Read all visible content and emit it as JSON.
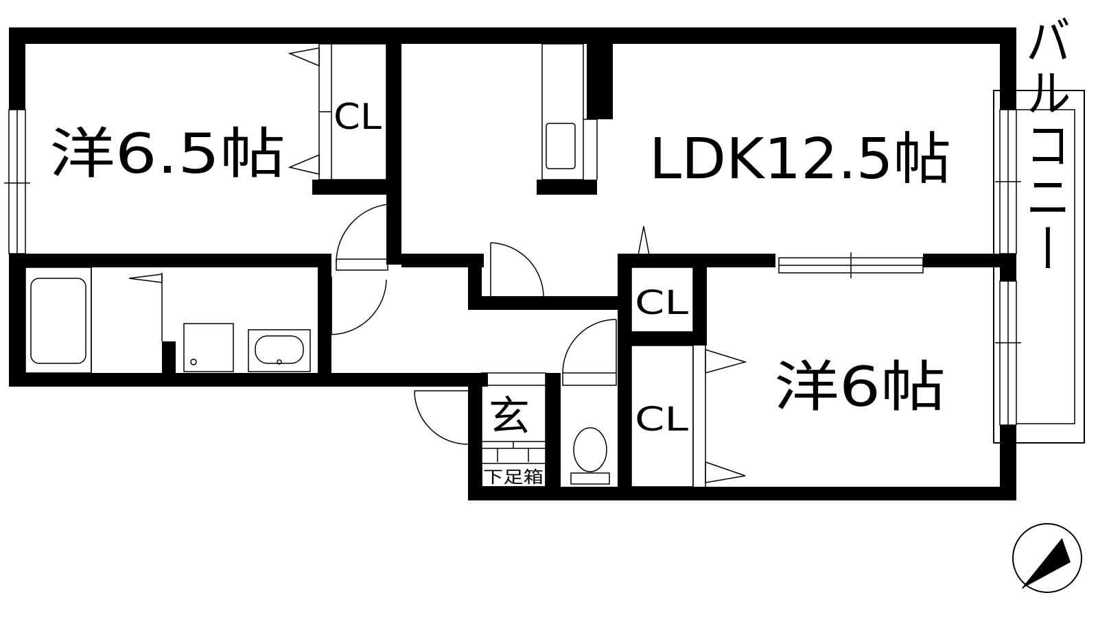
{
  "rooms": {
    "western_1": "洋6.5帖",
    "ldk": "LDK12.5帖",
    "western_2": "洋6帖",
    "entrance": "玄",
    "shoe_box": "下足箱",
    "balcony": "バルコニー"
  },
  "closets": {
    "cl_1": "CL",
    "cl_2": "CL",
    "cl_3": "CL"
  },
  "colors": {
    "wall": "#000000",
    "background": "#ffffff"
  },
  "icons": {
    "north": "north-arrow-icon"
  }
}
